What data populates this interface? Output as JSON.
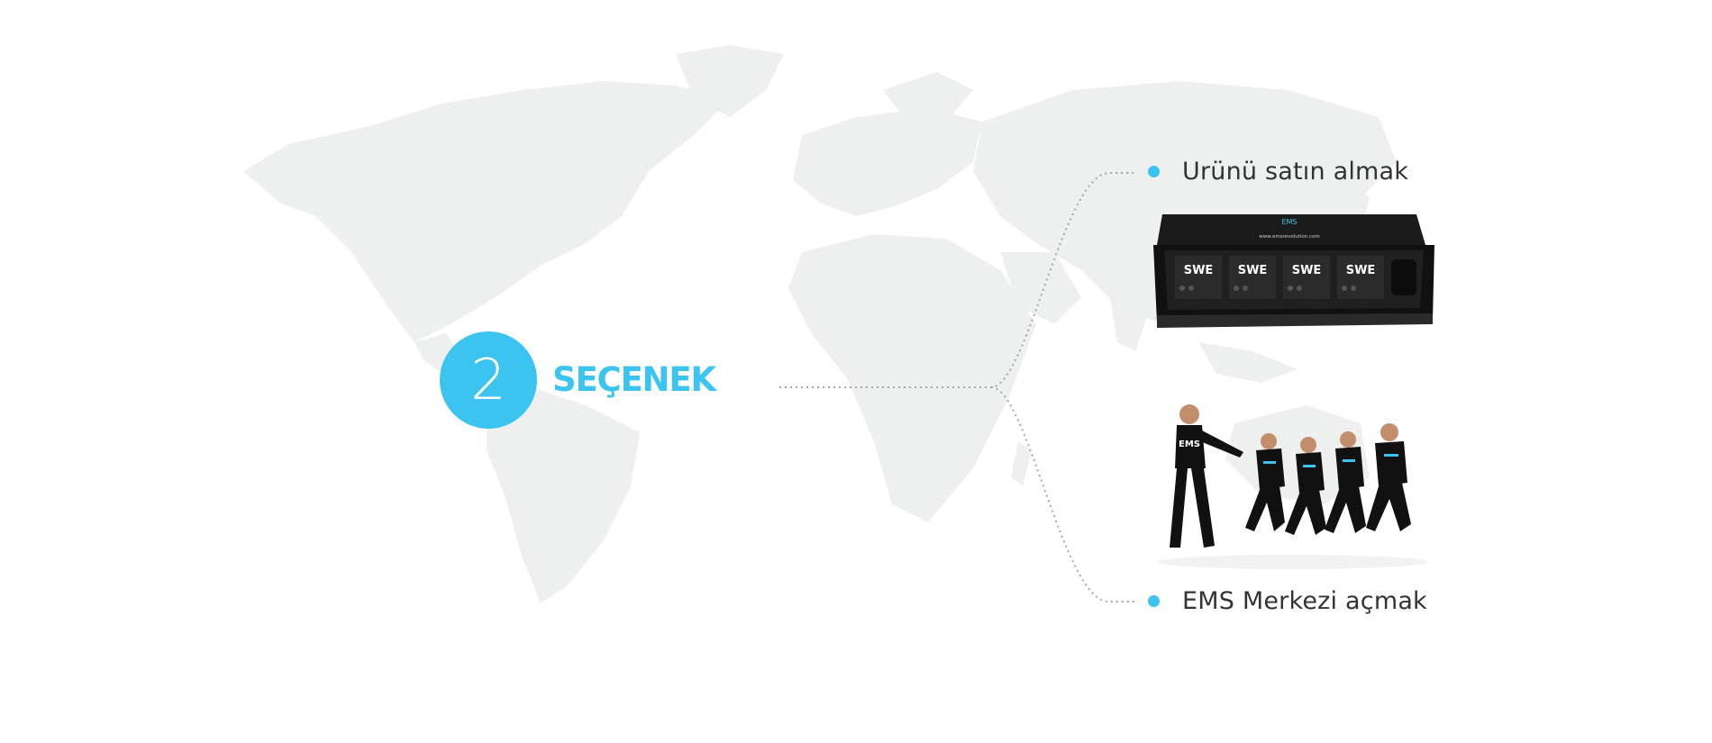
{
  "hero": {
    "number": "2",
    "label": "SEÇENEK"
  },
  "options": [
    {
      "label": "Urünü satın almak",
      "image": "ems-product-box"
    },
    {
      "label": "EMS Merkezi açmak",
      "image": "ems-training-group"
    }
  ],
  "product_box": {
    "brand_text": "EMS",
    "url_text": "www.emsrevolution.com",
    "module_text": "SWE"
  },
  "people": {
    "shirt_text": "EMS"
  },
  "colors": {
    "accent": "#3cc4f0",
    "map": "#eef0f0",
    "text": "#333333",
    "connector": "#a6a6a6"
  },
  "icons": [
    "world-map",
    "bullet-dot"
  ]
}
